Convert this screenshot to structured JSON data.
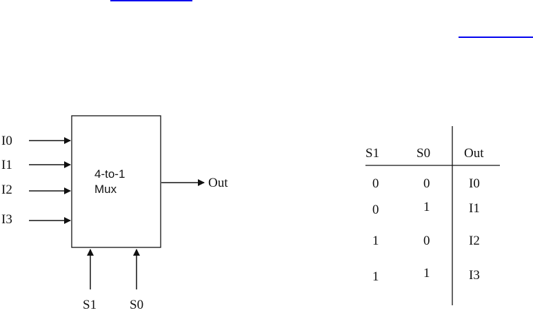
{
  "colors": {
    "ink": "#111111",
    "link": "#0000ee",
    "background": "#ffffff"
  },
  "mux": {
    "title_line1": "4-to-1",
    "title_line2": "Mux",
    "inputs": [
      "I0",
      "I1",
      "I2",
      "I3"
    ],
    "output": "Out",
    "selects": [
      "S1",
      "S0"
    ]
  },
  "truth_table": {
    "headers": [
      "S1",
      "S0",
      "Out"
    ],
    "rows": [
      [
        "0",
        "0",
        "I0"
      ],
      [
        "0",
        "1",
        "I1"
      ],
      [
        "1",
        "0",
        "I2"
      ],
      [
        "1",
        "1",
        "I3"
      ]
    ]
  }
}
